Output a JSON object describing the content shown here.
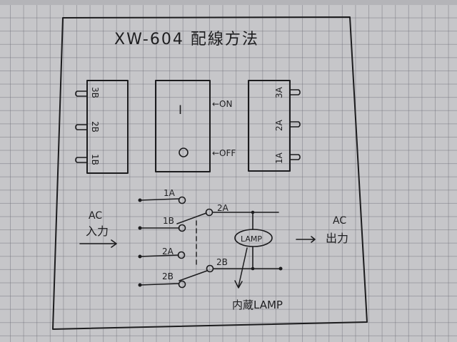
{
  "title": "XW-604 配線方法",
  "switch_left_terminals": [
    "3B",
    "2B",
    "1B"
  ],
  "switch_center": {
    "on_symbol": "I",
    "off_symbol": "O",
    "on_label": "←ON",
    "off_label": "←OFF"
  },
  "switch_right_terminals": [
    "3A",
    "2A",
    "1A"
  ],
  "schematic": {
    "input_label_top": "AC",
    "input_label_bottom": "入力",
    "output_label_top": "AC",
    "output_label_bottom": "出力",
    "contacts": [
      "1A",
      "1B",
      "2A",
      "2A",
      "2B",
      "2B"
    ],
    "lamp_label": "LAMP",
    "lamp_note": "内蔵LAMP"
  },
  "colors": {
    "paper": "#c6c6c9",
    "grid": "#6e6e78",
    "ink": "#1c1c1e"
  }
}
